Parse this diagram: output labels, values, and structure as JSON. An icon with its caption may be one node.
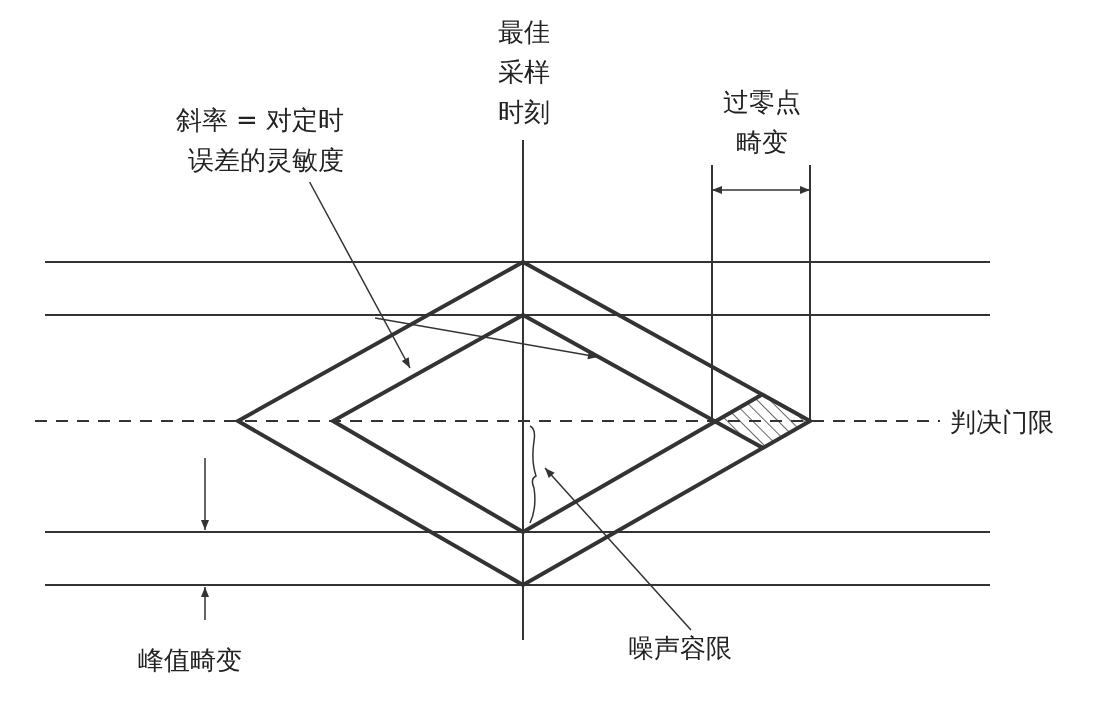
{
  "diagram": {
    "nodes": [
      {
        "text": [
          "斜率 = 对定时误差的灵敏度"
        ]
      },
      {
        "text": [
          "噪声容限"
        ]
      }
    ],
    "edges": [
      {
        "from": 0,
        "to": null,
        "arrow": "to"
      },
      {
        "from": 1,
        "to": null,
        "arrow": "to"
      }
    ],
    "labels": [
      "最佳采样时刻",
      "过零点畸变",
      "判决门限",
      "峰值畸变"
    ]
  }
}
